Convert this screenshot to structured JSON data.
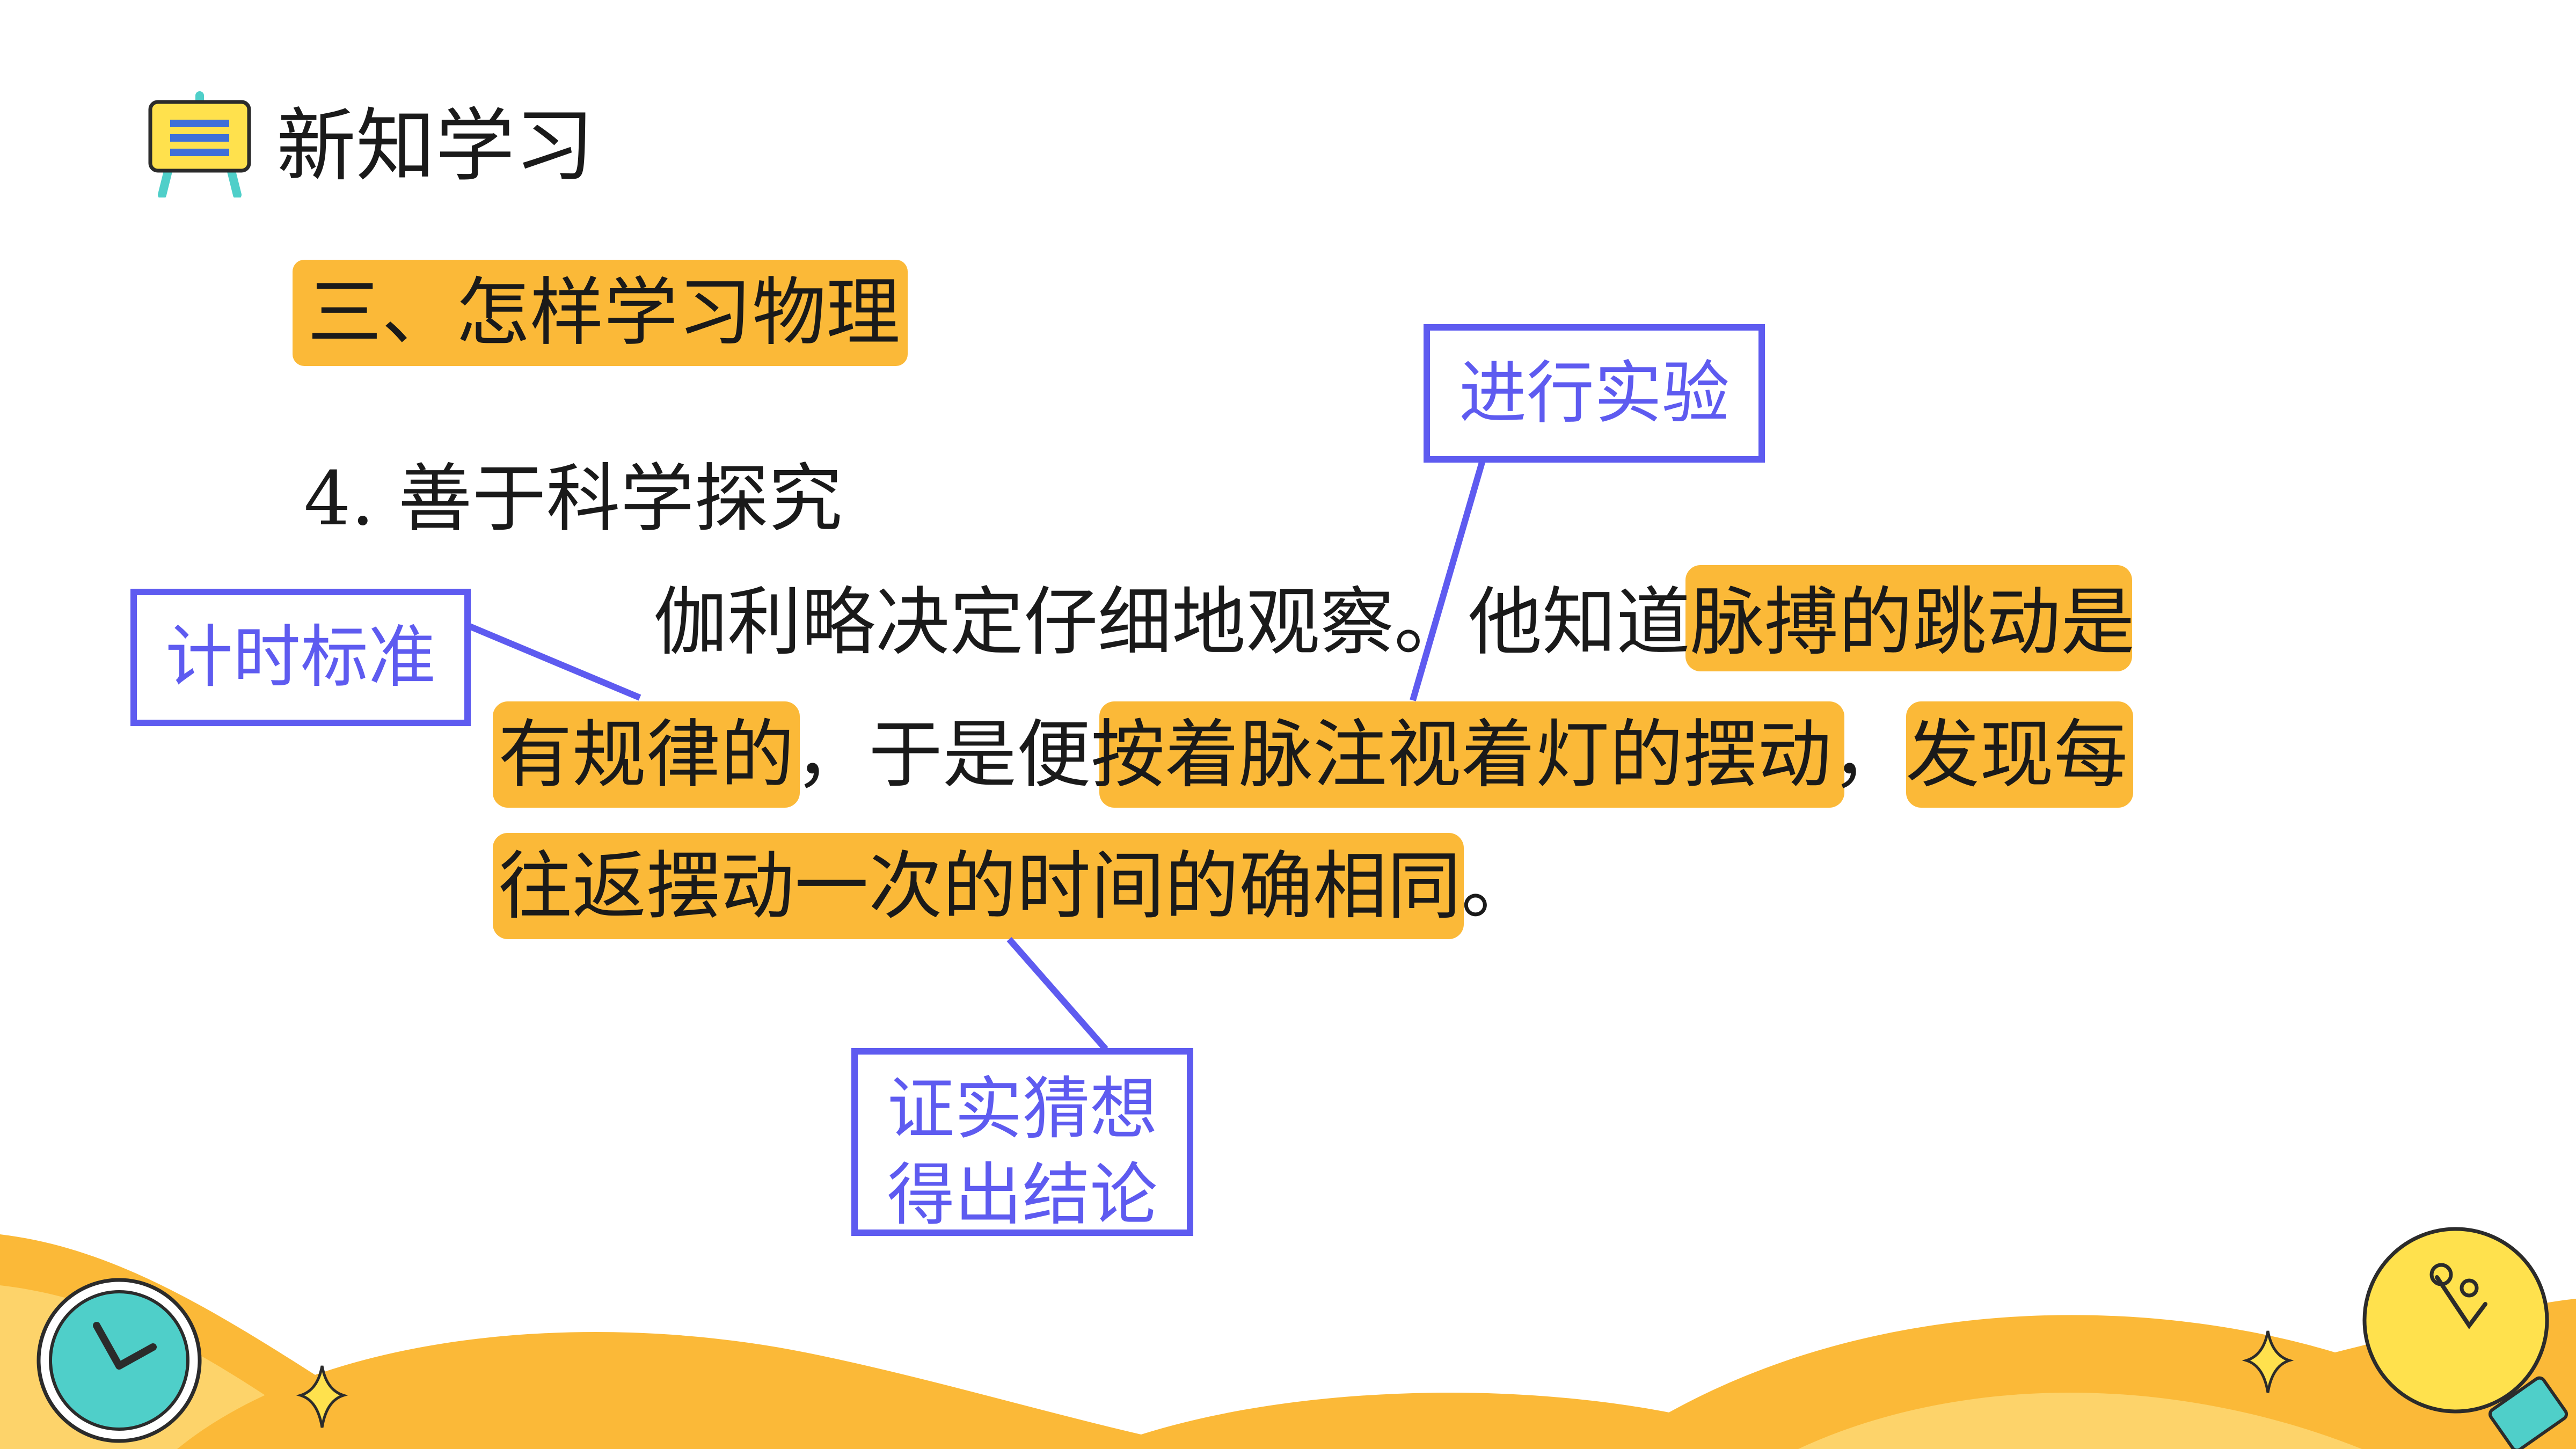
{
  "header": {
    "title": "新知学习",
    "icon": "presentation-board-icon"
  },
  "section": {
    "heading": "三、怎样学习物理"
  },
  "subheading": "4. 善于科学探究",
  "paragraph": {
    "line1_plain": "伽利略决定仔细地观察。他知道",
    "line1_hl": "脉搏的跳动是",
    "line2_hl1": "有规律的",
    "line2_plain": "，于是便",
    "line2_hl2": "按着脉注视着灯的摆动",
    "line2_comma": "，",
    "line2_hl3": "发现每",
    "line3_hl": "往返摆动一次的时间的确相同",
    "line3_end": "。"
  },
  "callouts": {
    "timing": "计时标准",
    "experiment": "进行实验",
    "verify_line1": "证实猜想",
    "verify_line2": "得出结论"
  },
  "colors": {
    "highlight": "#FBB938",
    "callout_border": "#5E5BF0",
    "callout_text": "#5E5BF0",
    "wave_orange": "#FBB938",
    "wave_light": "#FDD36A",
    "clock_teal": "#4FCFC9",
    "bulb_yellow": "#FFE14D"
  },
  "decorations": [
    "wave-footer",
    "clock-icon",
    "lightbulb-icon",
    "sparkle-icon"
  ]
}
